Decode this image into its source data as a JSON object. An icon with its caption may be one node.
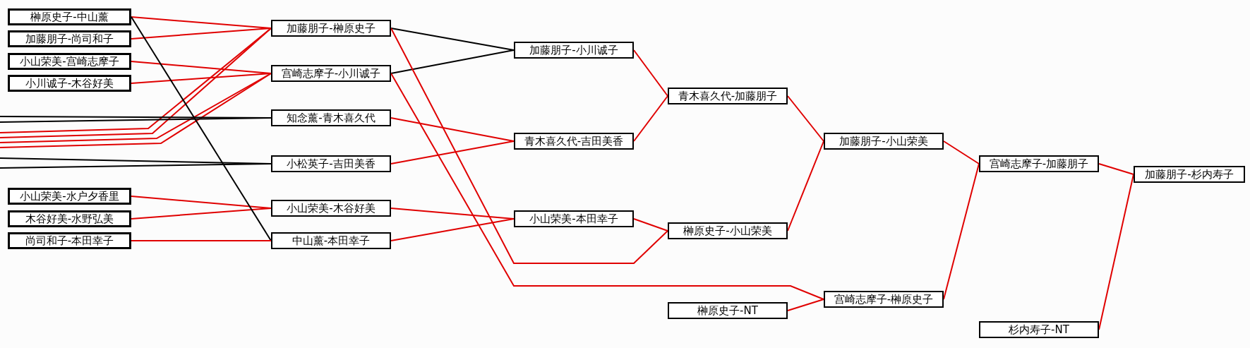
{
  "diagram": {
    "nodes": [
      {
        "text": [
          "榊原史子-中山薰"
        ]
      },
      {
        "text": [
          "加藤朋子-尚司和子"
        ]
      },
      {
        "text": [
          "小山荣美-宫崎志摩子"
        ]
      },
      {
        "text": [
          "小川诚子-木谷好美"
        ]
      },
      {
        "text": [
          "小山荣美-水户夕香里"
        ]
      },
      {
        "text": [
          "木谷好美-水野弘美"
        ]
      },
      {
        "text": [
          "尚司和子-本田幸子"
        ]
      },
      {
        "text": [
          "加藤朋子-榊原史子"
        ]
      },
      {
        "text": [
          "宫崎志摩子-小川诚子"
        ]
      },
      {
        "text": [
          "知念薰-青木喜久代"
        ]
      },
      {
        "text": [
          "小松英子-吉田美香"
        ]
      },
      {
        "text": [
          "小山荣美-木谷好美"
        ]
      },
      {
        "text": [
          "中山薰-本田幸子"
        ]
      },
      {
        "text": [
          "加藤朋子-小川诚子"
        ]
      },
      {
        "text": [
          "青木喜久代-吉田美香"
        ]
      },
      {
        "text": [
          "小山荣美-本田幸子"
        ]
      },
      {
        "text": [
          "青木喜久代-加藤朋子"
        ]
      },
      {
        "text": [
          "榊原史子-小山荣美"
        ]
      },
      {
        "text": [
          "榊原史子-NT"
        ]
      },
      {
        "text": [
          "加藤朋子-小山荣美"
        ]
      },
      {
        "text": [
          "宫崎志摩子-榊原史子"
        ]
      },
      {
        "text": [
          "宫崎志摩子-加藤朋子"
        ]
      },
      {
        "text": [
          "杉内寿子-NT"
        ]
      },
      {
        "text": [
          "加藤朋子-杉内寿子"
        ]
      }
    ],
    "edges": [
      {
        "from": 0,
        "to": 7,
        "arrow": "none"
      },
      {
        "from": 1,
        "to": 7,
        "arrow": "none"
      },
      {
        "from": null,
        "to": 7,
        "arrow": "none"
      },
      {
        "from": null,
        "to": 7,
        "arrow": "none"
      },
      {
        "from": 2,
        "to": 8,
        "arrow": "none"
      },
      {
        "from": 3,
        "to": 8,
        "arrow": "none"
      },
      {
        "from": null,
        "to": 8,
        "arrow": "none"
      },
      {
        "from": null,
        "to": 8,
        "arrow": "none"
      },
      {
        "from": null,
        "to": 9,
        "arrow": "none",
        "color": "#000000"
      },
      {
        "from": null,
        "to": 9,
        "arrow": "none",
        "color": "#000000"
      },
      {
        "from": null,
        "to": 10,
        "arrow": "none",
        "color": "#000000"
      },
      {
        "from": null,
        "to": 10,
        "arrow": "none",
        "color": "#000000"
      },
      {
        "from": 4,
        "to": 11,
        "arrow": "none"
      },
      {
        "from": 5,
        "to": 11,
        "arrow": "none"
      },
      {
        "from": 0,
        "to": 12,
        "arrow": "none",
        "color": "#000000"
      },
      {
        "from": 6,
        "to": 12,
        "arrow": "none"
      },
      {
        "from": 7,
        "to": 13,
        "arrow": "none",
        "color": "#000000"
      },
      {
        "from": 8,
        "to": 13,
        "arrow": "none",
        "color": "#000000"
      },
      {
        "from": 9,
        "to": 14,
        "arrow": "none"
      },
      {
        "from": 10,
        "to": 14,
        "arrow": "none"
      },
      {
        "from": 11,
        "to": 15,
        "arrow": "none"
      },
      {
        "from": 12,
        "to": 15,
        "arrow": "none"
      },
      {
        "from": 13,
        "to": 16,
        "arrow": "none"
      },
      {
        "from": 14,
        "to": 16,
        "arrow": "none"
      },
      {
        "from": 15,
        "to": 17,
        "arrow": "none"
      },
      {
        "from": 7,
        "to": 17,
        "arrow": "none"
      },
      {
        "from": 16,
        "to": 19,
        "arrow": "none"
      },
      {
        "from": 17,
        "to": 19,
        "arrow": "none"
      },
      {
        "from": 8,
        "to": 20,
        "arrow": "none"
      },
      {
        "from": 18,
        "to": 20,
        "arrow": "none"
      },
      {
        "from": 19,
        "to": 21,
        "arrow": "none"
      },
      {
        "from": 20,
        "to": 21,
        "arrow": "none"
      },
      {
        "from": 21,
        "to": 23,
        "arrow": "none"
      },
      {
        "from": 22,
        "to": 23,
        "arrow": "none"
      }
    ]
  }
}
